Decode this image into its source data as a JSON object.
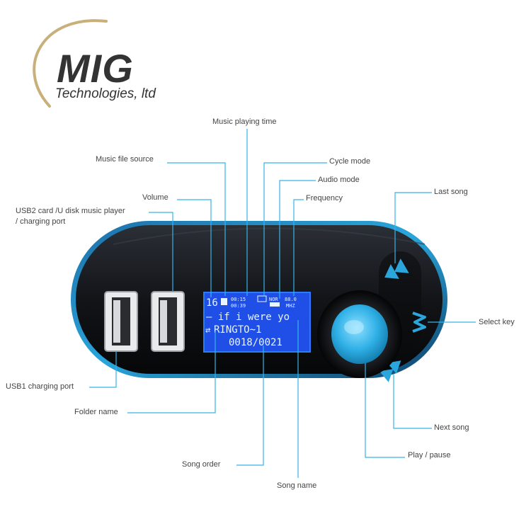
{
  "logo": {
    "brand": "MIG",
    "subtitle": "Technologies, ltd"
  },
  "colors": {
    "accent_blue": "#29a9e0",
    "leader_line": "#35b4e8",
    "lcd_blue": "#1f4fe6",
    "body_dark": "#16181c",
    "gold_arc": "#c9b07a"
  },
  "labels": {
    "music_playing_time": "Music playing time",
    "music_file_source": "Music file source",
    "cycle_mode": "Cycle mode",
    "audio_mode": "Audio mode",
    "volume": "Volume",
    "frequency": "Frequency",
    "last_song": "Last song",
    "usb2_port_line1": "USB2 card /U disk music player",
    "usb2_port_line2": "/ charging port",
    "select_key": "Select key",
    "usb1_port": "USB1 charging port",
    "folder_name": "Folder name",
    "next_song": "Next song",
    "play_pause": "Play / pause",
    "song_order": "Song order",
    "song_name": "Song name"
  },
  "display": {
    "status_volume": "16",
    "status_time_elapsed": "00:15",
    "status_time_total": "00:39",
    "status_audio_mode": "NOR",
    "status_freq_top": "88.0",
    "status_freq_unit": "MHZ",
    "song_line": "— if i were yo",
    "folder_line": "RINGTO~1",
    "track_line": "0018/0021"
  },
  "icons": {
    "last_song_button": "skip-back-icon",
    "select_key_button": "mode-m-icon",
    "next_song_button": "skip-forward-icon",
    "play_pause_knob": "play-pause-knob-icon"
  }
}
